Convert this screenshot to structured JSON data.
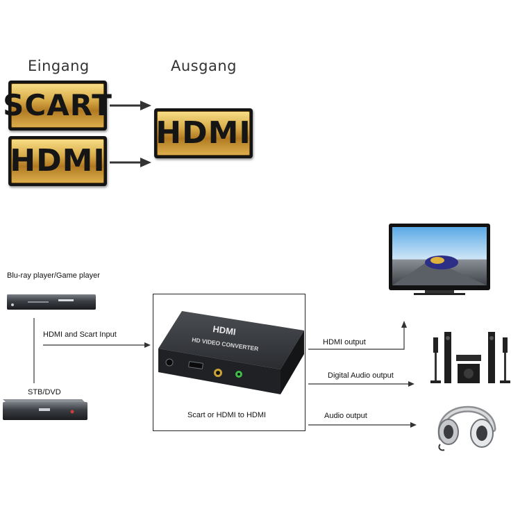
{
  "header": {
    "input_label": "Eingang",
    "output_label": "Ausgang"
  },
  "badges": {
    "input_scart": "SCART",
    "input_hdmi": "HDMI",
    "output_hdmi": "HDMI"
  },
  "devices": {
    "bluray_label": "Blu-ray player/Game player",
    "stb_label": "STB/DVD"
  },
  "connections": {
    "input_label": "HDMI and Scart Input",
    "hdmi_output": "HDMI output",
    "digital_audio_output": "Digital Audio output",
    "audio_output": "Audio output"
  },
  "converter": {
    "caption": "Scart or HDMI to HDMI",
    "brand": "HDMI",
    "product": "HD VIDEO CONVERTER"
  },
  "colors": {
    "gold_light": "#f7dd86",
    "gold_dark": "#b17a22",
    "converter_body": "#2e3034",
    "connector_green": "#3fbf4a"
  }
}
